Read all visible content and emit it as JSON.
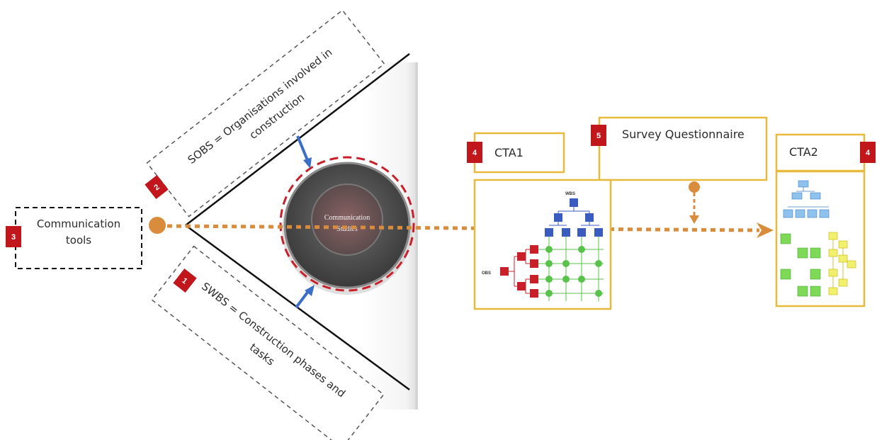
{
  "labels": {
    "communication_tools_1": "Communication",
    "communication_tools_2": "tools",
    "sobs_1": "SOBS = Organisations involved in",
    "sobs_2": "construction",
    "swbs_1": "SWBS = Construction phases and",
    "swbs_2": "tasks",
    "center_1": "Communication",
    "center_2": "Studies",
    "cta1": "CTA1",
    "survey": "Survey Questionnaire",
    "cta2": "CTA2",
    "wbs": "WBS",
    "obs": "OBS"
  },
  "badges": {
    "one": "1",
    "two": "2",
    "three": "3",
    "four_left": "4",
    "five": "5",
    "four_right": "4"
  },
  "colors": {
    "badge": "#c0161c",
    "yellow_border": "#e8b93a",
    "orange_dots": "#d98c3c",
    "blue_arrow": "#3b6fc7",
    "wbs_blue": "#3a5bbf",
    "obs_red": "#c8202a",
    "grid_green": "#58c24a",
    "cta2_blue": "#8fc3ee",
    "cta2_green": "#7ed957",
    "cta2_yellow": "#f1ef6e"
  }
}
